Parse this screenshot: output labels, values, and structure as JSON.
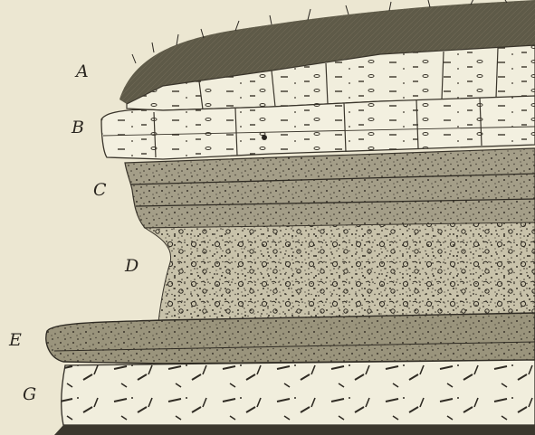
{
  "figure": {
    "description_icon": "rock-strata-illustration",
    "colors": {
      "background": "#ece7d2",
      "ink": "#2a2620",
      "limestone": "#f1eedd",
      "sandstone": "#a49e88",
      "conglomerate": "#c8c2aa",
      "ledge": "#9a947c"
    }
  },
  "labels": {
    "a": "A",
    "b": "B",
    "c": "C",
    "d": "D",
    "e": "E",
    "f": "G"
  }
}
